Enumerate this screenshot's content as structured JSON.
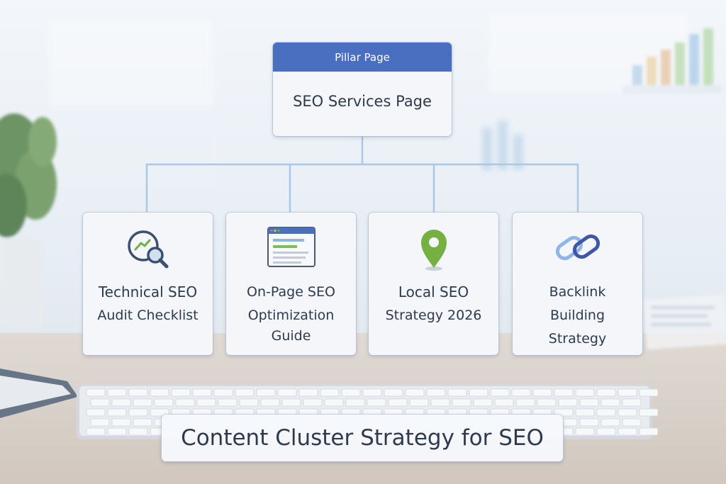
{
  "pillar": {
    "header": "Pillar Page",
    "title": "SEO Services Page"
  },
  "clusters": [
    {
      "line1": "Technical SEO",
      "line2": "Audit Checklist",
      "icon": "magnifier-chart-icon"
    },
    {
      "line1": "On-Page SEO",
      "line2": "Optimization",
      "line3": "Guide",
      "icon": "browser-window-icon"
    },
    {
      "line1": "Local SEO",
      "line2": "Strategy 2026",
      "icon": "map-pin-icon"
    },
    {
      "line1": "Backlink",
      "line2": "Building",
      "line3": "Strategy",
      "icon": "chain-link-icon"
    }
  ],
  "banner": {
    "title": "Content Cluster Strategy for SEO"
  },
  "colors": {
    "accent_blue": "#4a6fc0",
    "connector": "#a9c8e6",
    "text_dark": "#2e3a4e",
    "pin_green": "#76b043"
  }
}
